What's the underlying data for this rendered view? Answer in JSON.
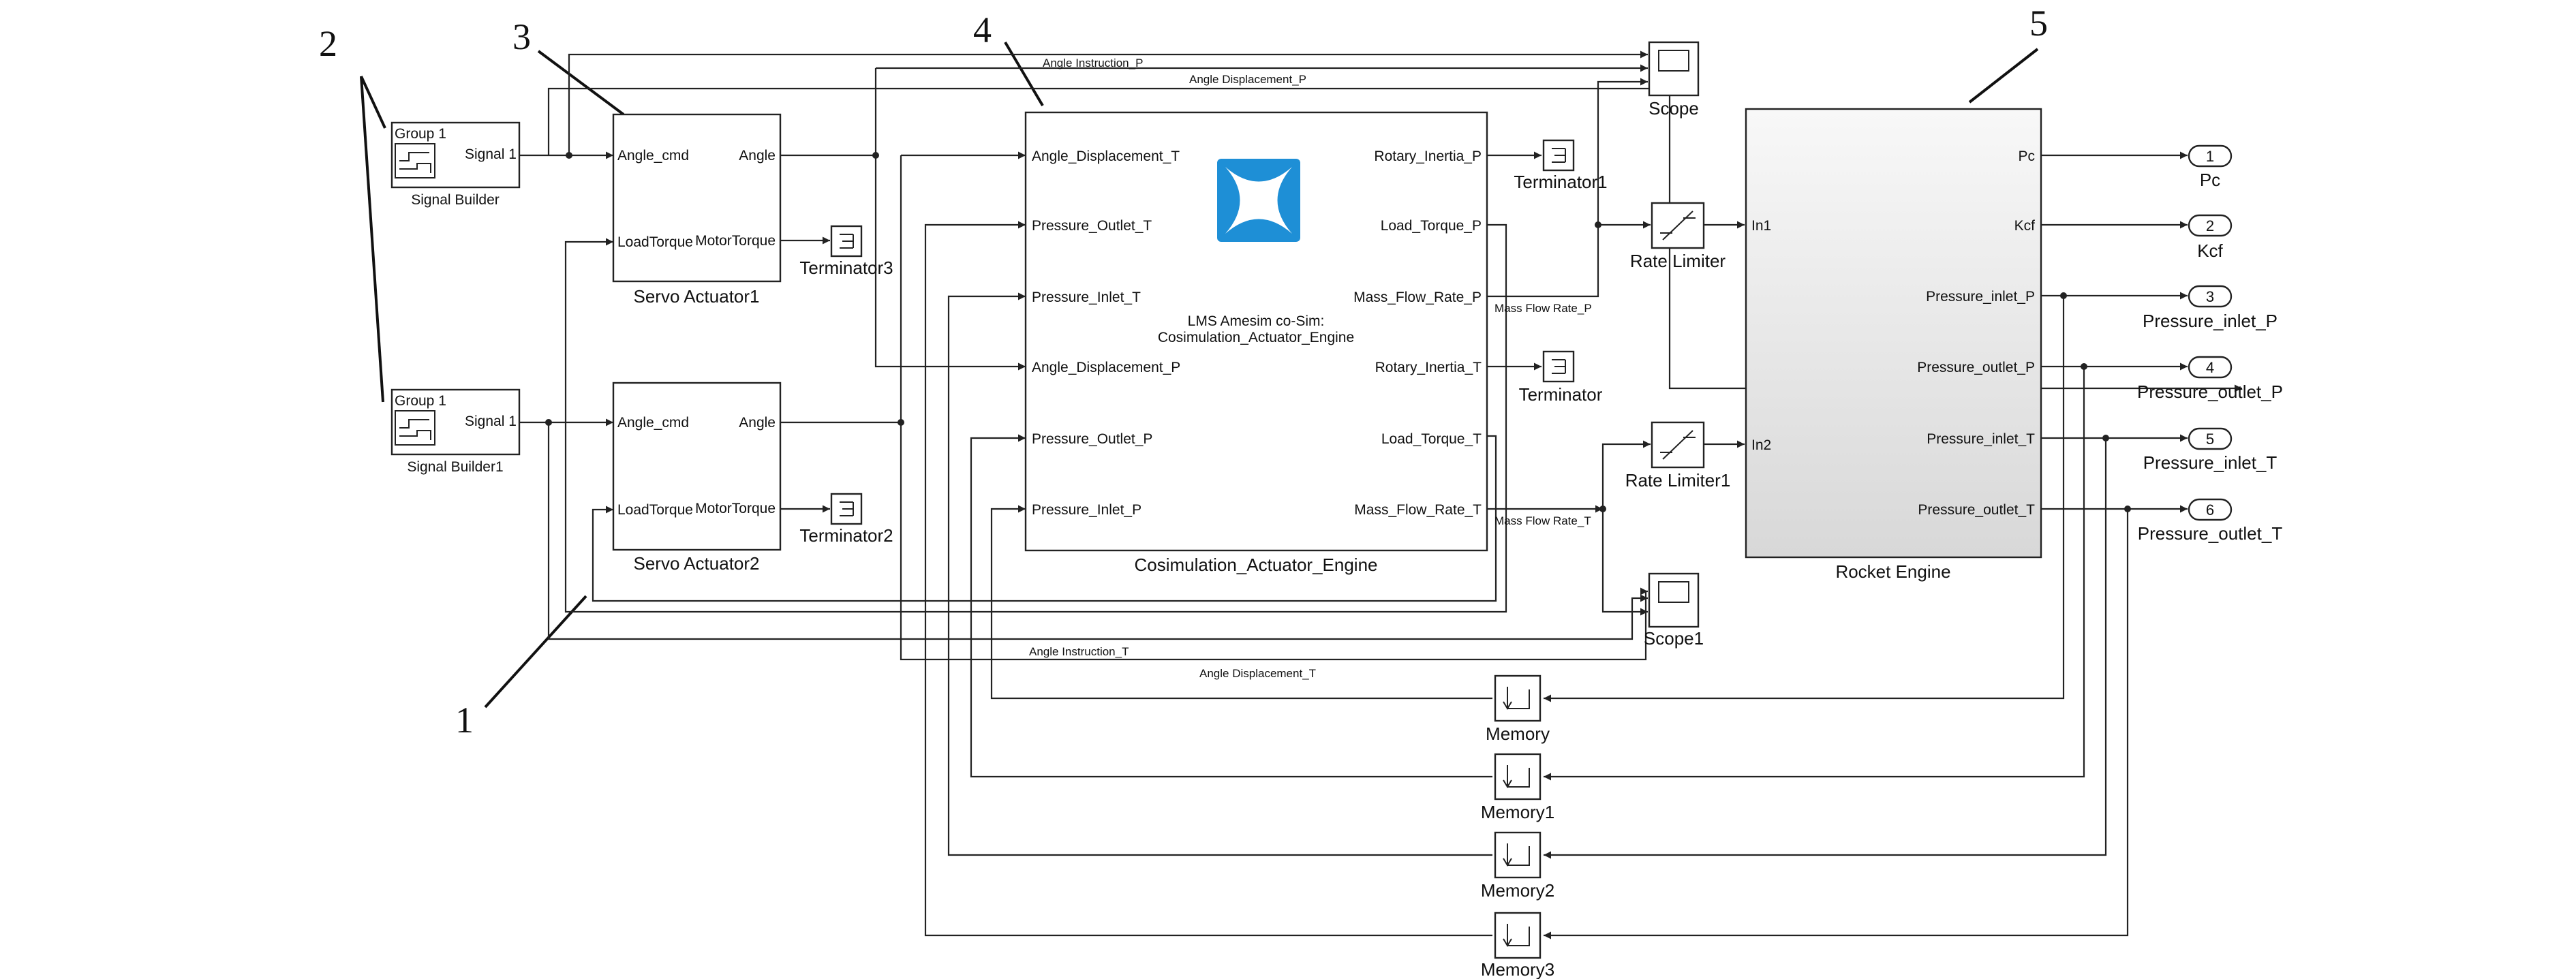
{
  "callouts": [
    "1",
    "2",
    "3",
    "4",
    "5"
  ],
  "signal_builder_1": {
    "group": "Group 1",
    "port": "Signal 1",
    "caption": "Signal Builder"
  },
  "signal_builder_2": {
    "group": "Group 1",
    "port": "Signal 1",
    "caption": "Signal Builder1"
  },
  "servo_1": {
    "in1": "Angle_cmd",
    "in2": "LoadTorque",
    "out1": "Angle",
    "out2": "MotorTorque",
    "caption": "Servo Actuator1"
  },
  "servo_2": {
    "in1": "Angle_cmd",
    "in2": "LoadTorque",
    "out1": "Angle",
    "out2": "MotorTorque",
    "caption": "Servo Actuator2"
  },
  "cosim": {
    "inputs": [
      "Angle_Displacement_T",
      "Pressure_Outlet_T",
      "Pressure_Inlet_T",
      "Angle_Displacement_P",
      "Pressure_Outlet_P",
      "Pressure_Inlet_P"
    ],
    "outputs": [
      "Rotary_Inertia_P",
      "Load_Torque_P",
      "Mass_Flow_Rate_P",
      "Rotary_Inertia_T",
      "Load_Torque_T",
      "Mass_Flow_Rate_T"
    ],
    "center_line1": "LMS Amesim co-Sim:",
    "center_line2": "Cosimulation_Actuator_Engine",
    "caption": "Cosimulation_Actuator_Engine",
    "logo_icon": "amesim-logo-icon",
    "logo_color": "#1e8fd6"
  },
  "terminators": {
    "t1": "Terminator1",
    "t0": "Terminator",
    "t2": "Terminator2",
    "t3": "Terminator3"
  },
  "rate_limiters": {
    "r0": "Rate Limiter",
    "r1": "Rate Limiter1"
  },
  "scopes": {
    "s0": "Scope",
    "s1": "Scope1"
  },
  "engine": {
    "in1": "In1",
    "in2": "In2",
    "outputs": [
      "Pc",
      "Kcf",
      "Pressure_inlet_P",
      "Pressure_outlet_P",
      "Pressure_inlet_T",
      "Pressure_outlet_T"
    ],
    "caption": "Rocket Engine"
  },
  "outports": [
    {
      "num": "1",
      "name": "Pc"
    },
    {
      "num": "2",
      "name": "Kcf"
    },
    {
      "num": "3",
      "name": "Pressure_inlet_P"
    },
    {
      "num": "4",
      "name": "Pressure_outlet_P"
    },
    {
      "num": "5",
      "name": "Pressure_inlet_T"
    },
    {
      "num": "6",
      "name": "Pressure_outlet_T"
    }
  ],
  "memories": [
    "Memory",
    "Memory1",
    "Memory2",
    "Memory3"
  ],
  "signal_labels": {
    "angle_instruction_p": "Angle Instruction_P",
    "angle_displacement_p": "Angle Displacement_P",
    "mass_flow_rate_p": "Mass Flow Rate_P",
    "mass_flow_rate_t": "Mass Flow Rate_T",
    "angle_instruction_t": "Angle Instruction_T",
    "angle_displacement_t": "Angle Displacement_T"
  }
}
